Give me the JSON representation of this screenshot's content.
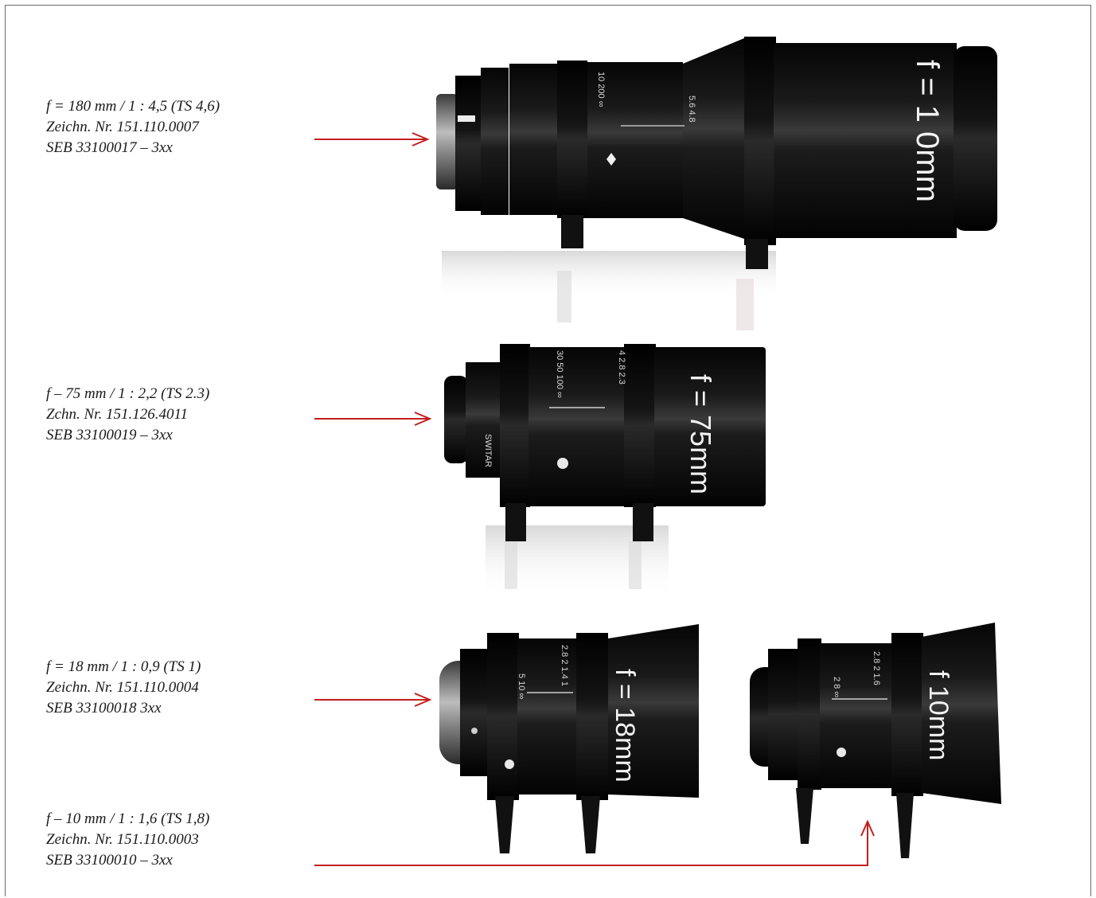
{
  "captions": [
    {
      "line1": "f = 180 mm  /  1 : 4,5 (TS 4,6)",
      "line2": "Zeichn. Nr. 151.110.0007",
      "line3": "SEB 33100017 – 3xx"
    },
    {
      "line1": "f  –  75 mm  /  1 : 2,2  (TS 2.3)",
      "line2": "Zchn. Nr. 151.126.4011",
      "line3": "SEB 33100019 – 3xx"
    },
    {
      "line1": "f  =  18 mm  /  1 : 0,9  (TS 1)",
      "line2": "Zeichn. Nr. 151.110.0004",
      "line3": "SEB 33100018   3xx"
    },
    {
      "line1": "f  – 10 mm  /  1 : 1,6 (TS 1,8)",
      "line2": "Zeichn. Nr. 151.110.0003",
      "line3": "SEB 33100010 – 3xx"
    }
  ],
  "lens_labels": {
    "lens_180": "f = 1 0mm",
    "lens_75": "f = 75mm",
    "lens_18": "f = 18mm",
    "lens_10": "f 10mm"
  },
  "lens_scales": {
    "lens_180_distance": "10 200 ∞",
    "lens_180_aperture": "5.6  4.8",
    "lens_75_distance": "30  50 100 ∞",
    "lens_75_aperture": "4  2.8   2.3",
    "lens_18_distance": "5 10 ∞",
    "lens_18_aperture": "2.8  2  1.4  1",
    "lens_10_distance": "2  8 ∞",
    "lens_10_aperture": "2.8  2  1.6",
    "brand": "SWITAR"
  },
  "colors": {
    "arrow": "#c41e1e",
    "lens_body": "#0c0c0c",
    "caption_text": "#1a1a1a"
  }
}
